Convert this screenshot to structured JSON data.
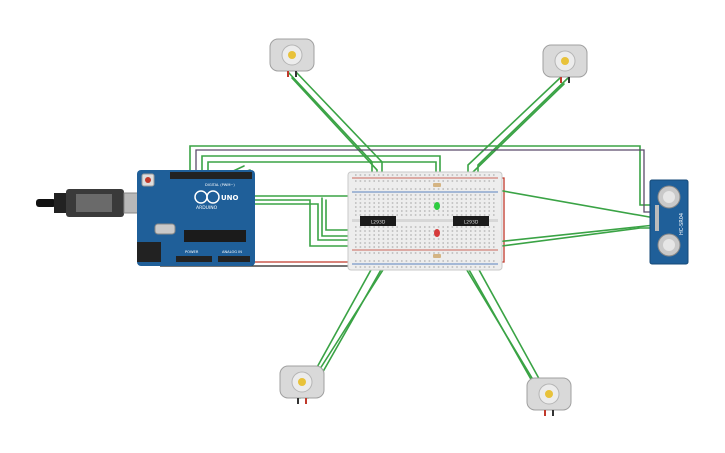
{
  "arduino": {
    "brand": "ARDUINO",
    "model": "UNO",
    "power_label": "POWER",
    "analog_label": "ANALOG IN",
    "digital_label": "DIGITAL (PWM~)"
  },
  "drivers": [
    {
      "label": "L293D"
    },
    {
      "label": "L293D"
    }
  ],
  "sensor": {
    "label": "HC-SR04"
  },
  "colors": {
    "wire": "#3aa345",
    "power": "#c0392b",
    "ground": "#222222",
    "board": "#1f5f99",
    "motor": "#d9d9d9"
  }
}
